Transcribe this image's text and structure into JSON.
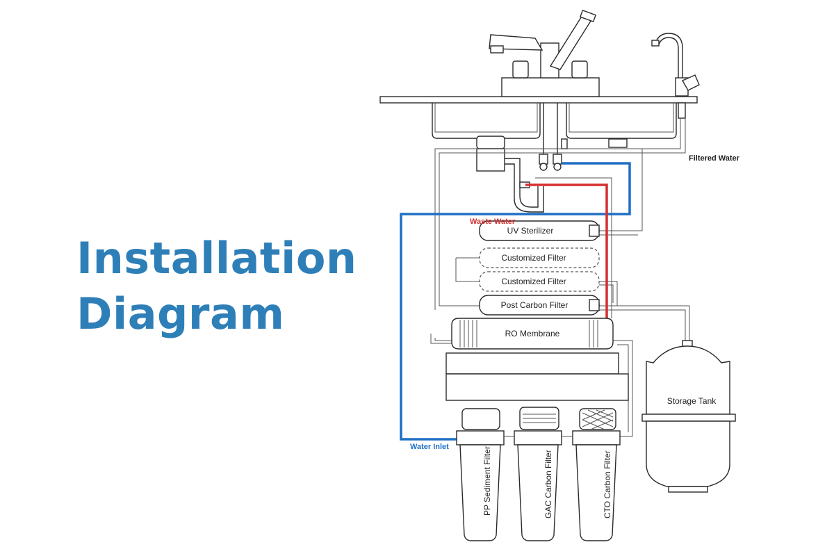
{
  "heading": {
    "line1": "Installation",
    "line2": "Diagram"
  },
  "labels": {
    "filtered_water": "Filtered Water",
    "waste_water": "Waste Water",
    "water_inlet": "Water Inlet",
    "uv_sterilizer": "UV Sterilizer",
    "customized_filter_1": "Customized Filter",
    "customized_filter_2": "Customized Filter",
    "post_carbon_filter": "Post Carbon Filter",
    "ro_membrane": "RO Membrane",
    "storage_tank": "Storage Tank",
    "pp_sediment_filter": "PP Sediment Filter",
    "gac_carbon_filter": "GAC Carbon Filter",
    "cto_carbon_filter": "CTO Carbon Filter"
  },
  "colors": {
    "heading": "#2e7fb8",
    "inlet_line": "#1f6fc4",
    "waste_line": "#d62f2f",
    "outline": "#2a2a2a"
  }
}
